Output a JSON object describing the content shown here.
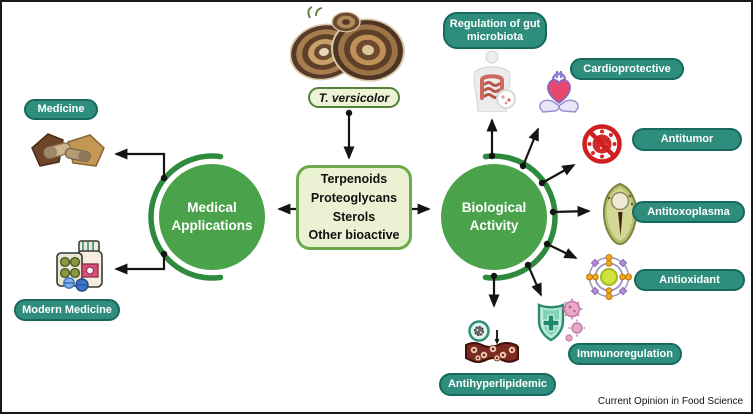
{
  "figure": {
    "caption": "Current Opinion in Food Science",
    "species_label": "T. versicolor",
    "compounds": [
      "Terpenoids",
      "Proteoglycans",
      "Sterols",
      "Other bioactive"
    ],
    "left_hub": {
      "label": "Medical Applications"
    },
    "right_hub": {
      "label": "Biological Activity"
    },
    "applications": [
      {
        "label": "Medicine",
        "icon": "dried-mushroom-capsules-icon"
      },
      {
        "label": "Modern Medicine",
        "icon": "medicine-bottle-pills-icon"
      }
    ],
    "activities": [
      {
        "label": "Regulation of gut microbiota",
        "icon": "gut-microbiota-icon"
      },
      {
        "label": "Cardioprotective",
        "icon": "hands-holding-heart-icon"
      },
      {
        "label": "Antitumor",
        "icon": "prohibited-tumor-cell-icon"
      },
      {
        "label": "Antitoxoplasma",
        "icon": "toxoplasma-parasite-icon"
      },
      {
        "label": "Antioxidant",
        "icon": "atom-orbit-icon"
      },
      {
        "label": "Immunoregulation",
        "icon": "shield-virus-icon"
      },
      {
        "label": "Antihyperlipidemic",
        "icon": "blood-vessel-lipids-icon"
      }
    ],
    "colors": {
      "hub_green": "#4aa24b",
      "hub_arc_green": "#2e8b3d",
      "pill_teal": "#2f8d7e",
      "pill_teal_border": "#17695e",
      "box_fill": "#eaf2d3",
      "box_border": "#6aaa4b",
      "arrow_black": "#141414"
    }
  }
}
